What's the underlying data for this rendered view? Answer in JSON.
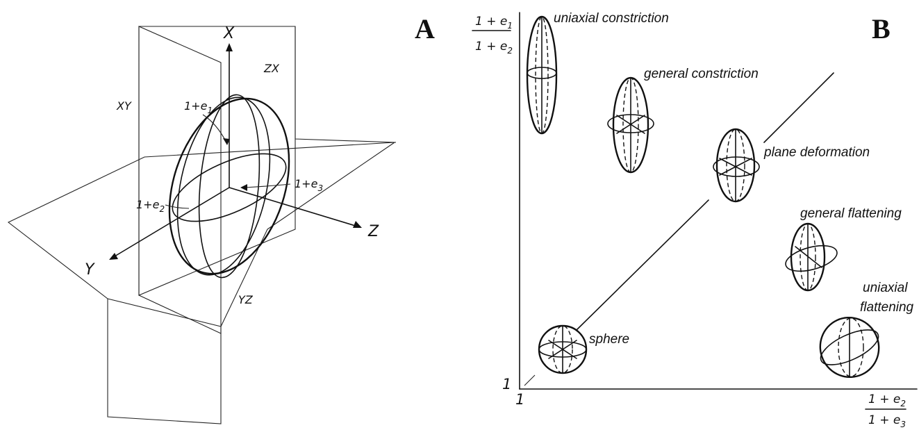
{
  "panel_a": {
    "label": "A",
    "axes": {
      "x": "X",
      "y": "Y",
      "z": "Z"
    },
    "planes": {
      "xy": "XY",
      "zx": "ZX",
      "yz": "YZ"
    },
    "semi_axes": {
      "e1": "1+e",
      "e1_sub": "1",
      "e2": "1+e",
      "e2_sub": "2",
      "e3": "1+e",
      "e3_sub": "3"
    }
  },
  "panel_b": {
    "label": "B",
    "y_axis": {
      "num": "1 + e",
      "num_sub": "1",
      "den": "1 + e",
      "den_sub": "2"
    },
    "x_axis": {
      "num": "1 + e",
      "num_sub": "2",
      "den": "1 + e",
      "den_sub": "3"
    },
    "origin_y": "1",
    "origin_x": "1",
    "shapes": {
      "uniaxial_constriction": "uniaxial constriction",
      "general_constriction": "general constriction",
      "plane_deformation": "plane deformation",
      "general_flattening": "general flattening",
      "uniaxial_flattening_1": "uniaxial",
      "uniaxial_flattening_2": "flattening",
      "sphere": "sphere"
    }
  }
}
